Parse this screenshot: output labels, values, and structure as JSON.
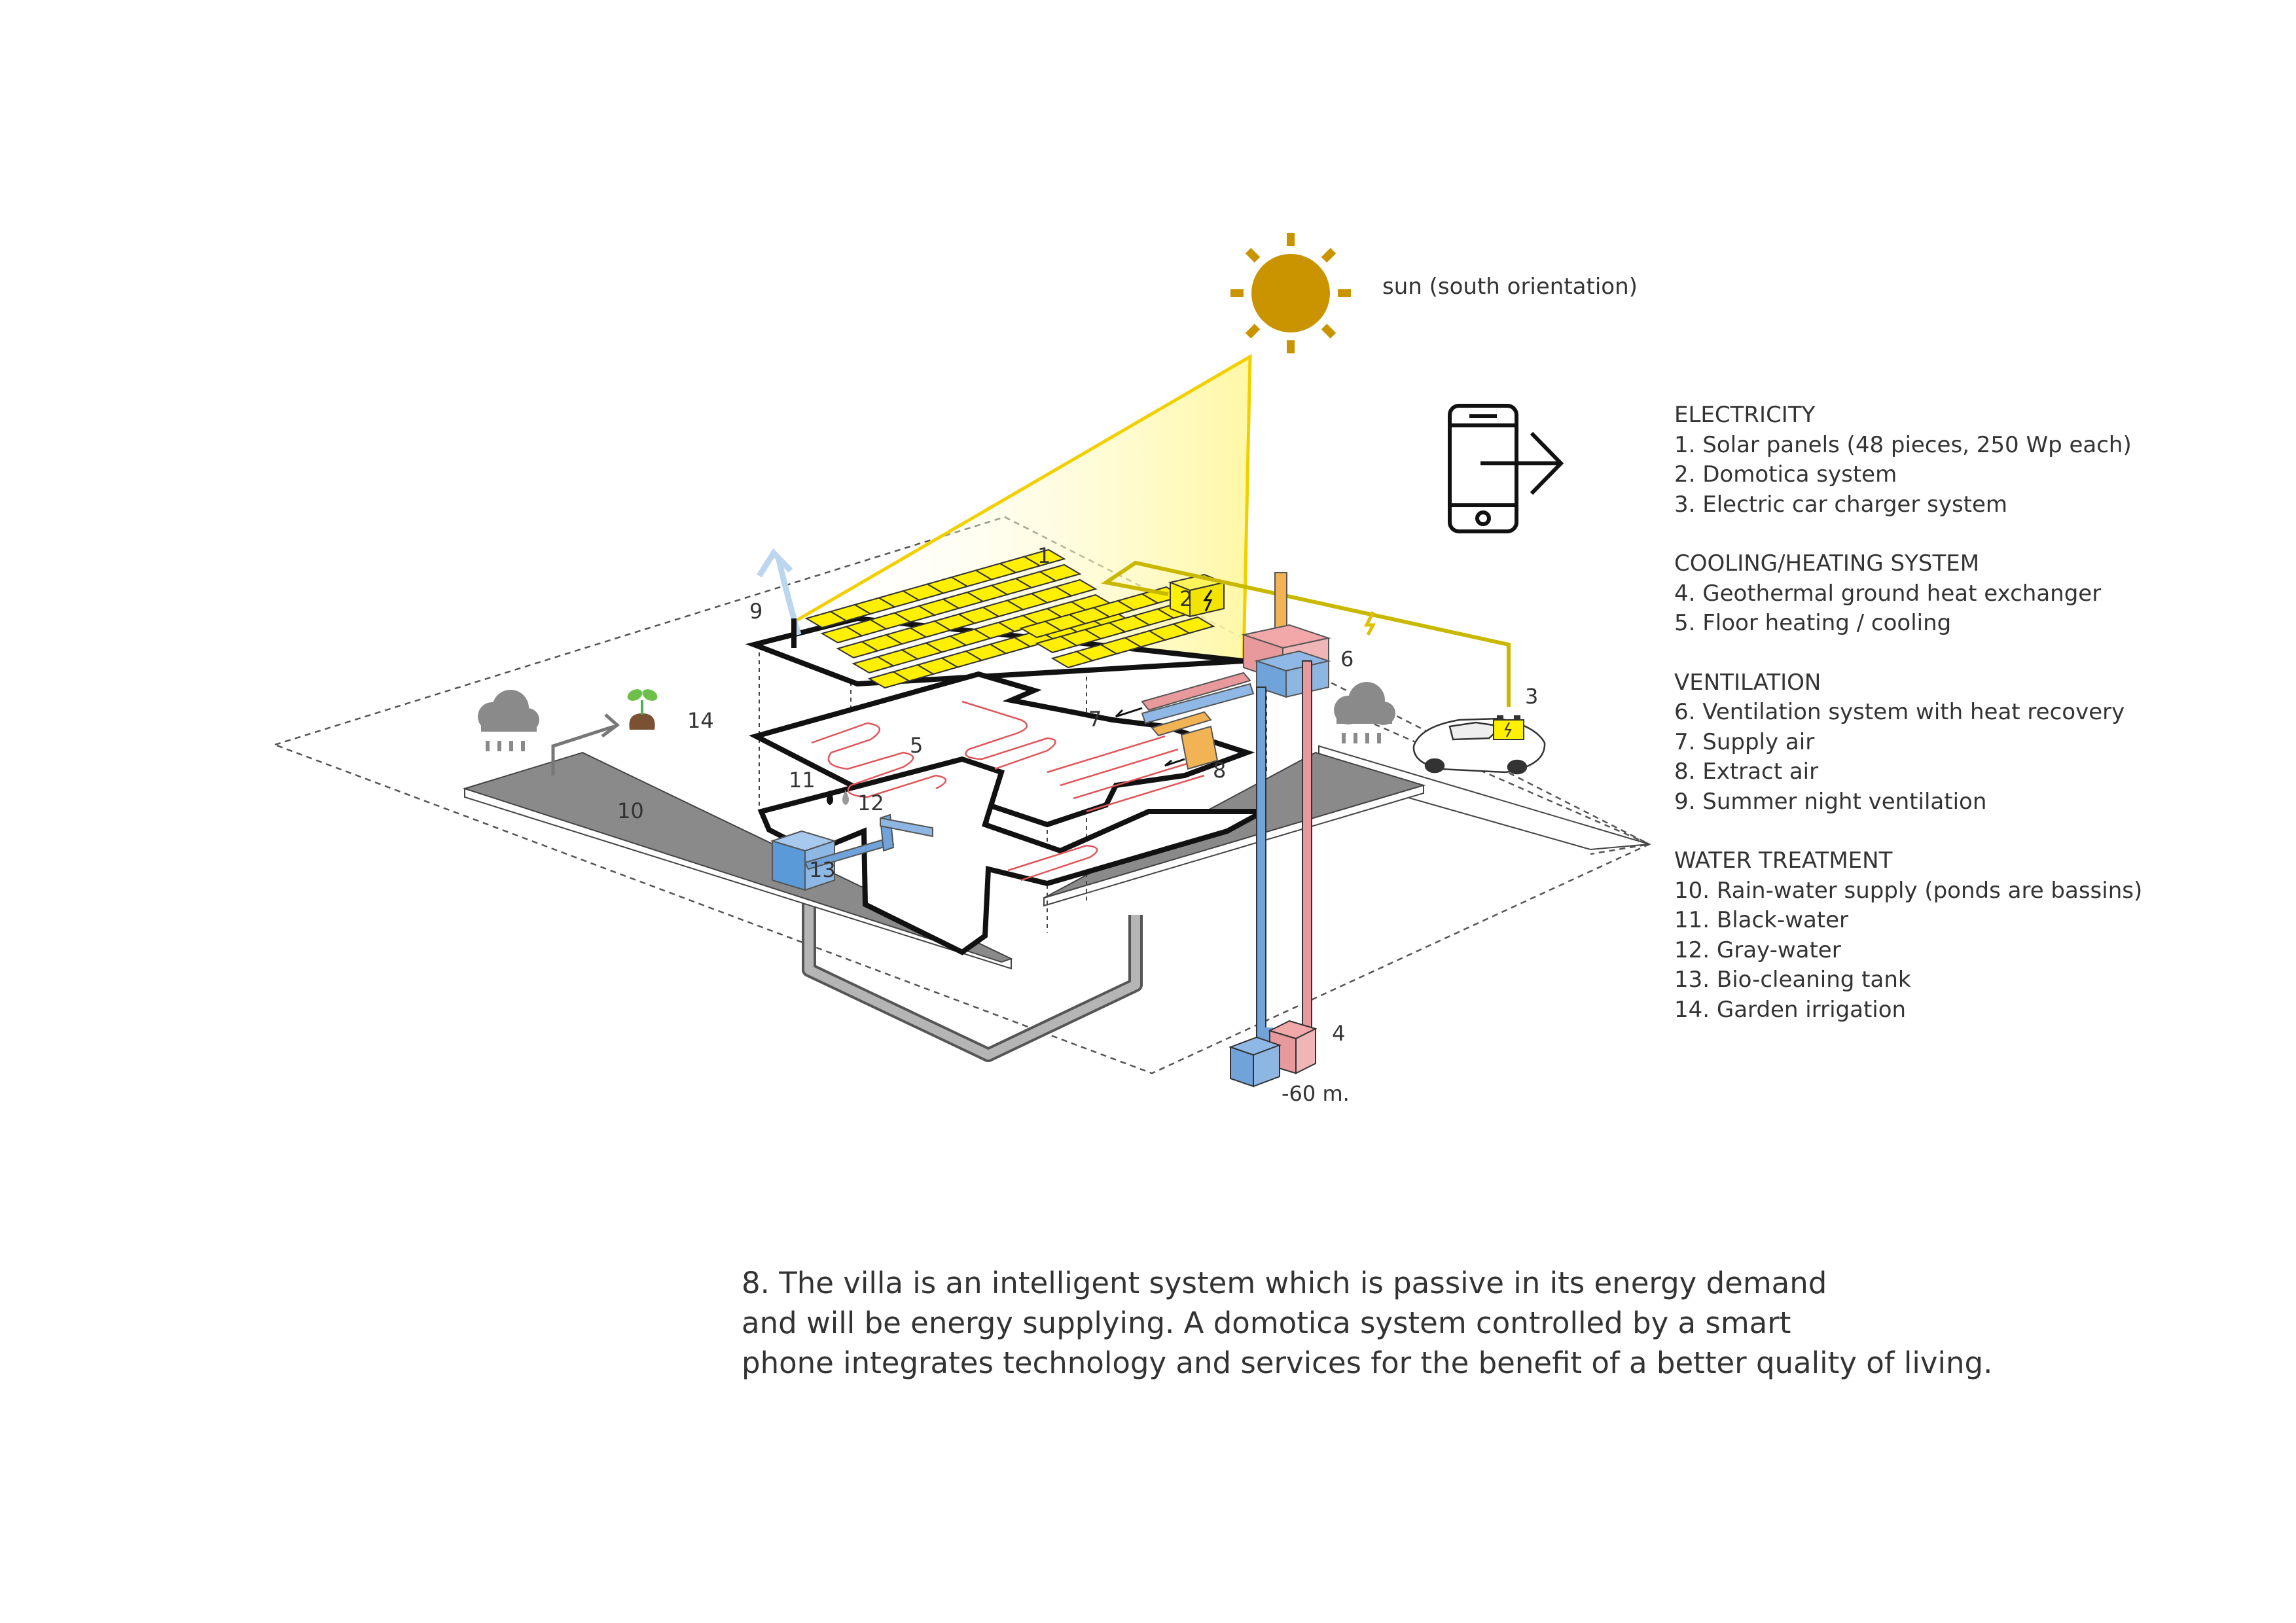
{
  "labels": {
    "sun": "sun (south orientation)",
    "depth": "-60 m.",
    "numbers": [
      "1",
      "2",
      "3",
      "4",
      "5",
      "6",
      "7",
      "8",
      "9",
      "10",
      "11",
      "12",
      "13",
      "14"
    ]
  },
  "legend": {
    "electricity": {
      "heading": "ELECTRICITY",
      "items": [
        "1. Solar panels (48 pieces, 250 Wp each)",
        "2. Domotica system",
        "3. Electric car charger system"
      ]
    },
    "cooling_heating": {
      "heading": "COOLING/HEATING SYSTEM",
      "items": [
        "4. Geothermal ground heat exchanger",
        "5. Floor heating / cooling"
      ]
    },
    "ventilation": {
      "heading": "VENTILATION",
      "items": [
        "6. Ventilation system with heat recovery",
        "7. Supply air",
        "8. Extract air",
        "9. Summer night ventilation"
      ]
    },
    "water_treatment": {
      "heading": "WATER TREATMENT",
      "items": [
        "10. Rain-water supply (ponds are bassins)",
        "11. Black-water",
        "12. Gray-water",
        "13. Bio-cleaning tank",
        "14. Garden irrigation"
      ]
    }
  },
  "caption": {
    "lines": [
      "8. The villa is an intelligent system which is passive in its energy demand",
      "and will be energy supplying. A domotica system controlled by a smart",
      "phone integrates technology  and services for the benefit of a better quality of living."
    ]
  },
  "icons": [
    "sun-icon",
    "smartphone-icon",
    "rain-cloud-icon",
    "sprout-icon",
    "electric-car-icon",
    "battery-icon",
    "lightning-icon",
    "water-drop-icon"
  ],
  "colors": {
    "sun": "#C99400",
    "solar_panel": "#FFF000",
    "supply_pipe": "#E8999C",
    "return_pipe": "#6FA3DA",
    "extract_air": "#F2B355",
    "ground_slab": "#8A8A8A",
    "outline": "#111111"
  }
}
